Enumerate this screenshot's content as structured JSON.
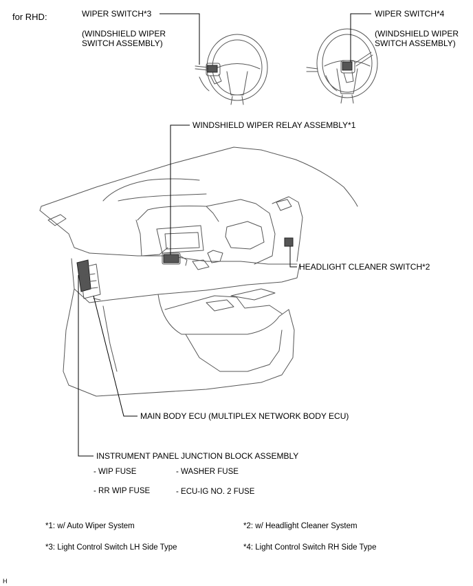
{
  "heading": "for RHD:",
  "callouts": {
    "wiper_switch_3": "WIPER SWITCH*3",
    "wiper_switch_3_sub1": "(WINDSHIELD WIPER",
    "wiper_switch_3_sub2": "SWITCH ASSEMBLY)",
    "wiper_switch_4": "WIPER SWITCH*4",
    "wiper_switch_4_sub1": "(WINDSHIELD WIPER",
    "wiper_switch_4_sub2": "SWITCH ASSEMBLY)",
    "relay": "WINDSHIELD WIPER RELAY ASSEMBLY*1",
    "headlight_cleaner": "HEADLIGHT CLEANER SWITCH*2",
    "main_body_ecu": "MAIN BODY ECU (MULTIPLEX NETWORK BODY ECU)",
    "junction_block": "INSTRUMENT PANEL JUNCTION BLOCK ASSEMBLY"
  },
  "fuses": [
    "- WIP FUSE",
    "- WASHER FUSE",
    "- RR WIP FUSE",
    "- ECU-IG NO. 2 FUSE"
  ],
  "notes": [
    "*1: w/ Auto Wiper System",
    "*2: w/ Headlight Cleaner System",
    "*3: Light Control Switch LH Side Type",
    "*4: Light Control Switch RH Side Type"
  ],
  "corner_code": "H"
}
